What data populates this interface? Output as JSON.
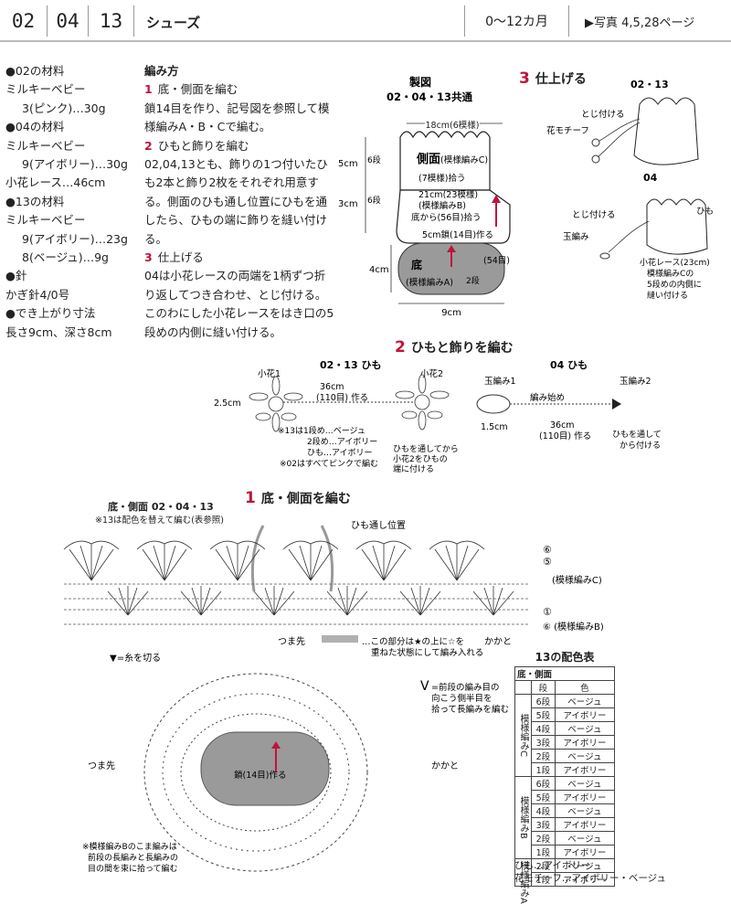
{
  "header": {
    "codes": [
      "02",
      "04",
      "13"
    ],
    "title": "シューズ",
    "age": "0～12カ月",
    "photo": "▶写真 4,5,28ページ"
  },
  "materials": [
    {
      "text": "●02の材料",
      "indent": false
    },
    {
      "text": "ミルキーベビー",
      "indent": false
    },
    {
      "text": "3(ピンク)…30g",
      "indent": true
    },
    {
      "text": "●04の材料",
      "indent": false
    },
    {
      "text": "ミルキーベビー",
      "indent": false
    },
    {
      "text": "9(アイボリー)…30g",
      "indent": true
    },
    {
      "text": "小花レース…46cm",
      "indent": false
    },
    {
      "text": "●13の材料",
      "indent": false
    },
    {
      "text": "ミルキーベビー",
      "indent": false
    },
    {
      "text": "9(アイボリー)…23g",
      "indent": true
    },
    {
      "text": "8(ベージュ)…9g",
      "indent": true
    },
    {
      "text": "●針",
      "indent": false
    },
    {
      "text": "かぎ針4/0号",
      "indent": false
    },
    {
      "text": "●でき上がり寸法",
      "indent": false
    },
    {
      "text": "長さ9cm、深さ8cm",
      "indent": false
    }
  ],
  "instructions": {
    "heading": "編み方",
    "steps": [
      {
        "num": "1",
        "title": "底・側面を編む",
        "body": "鎖14目を作り、記号図を参照して模様編みA・B・Cで編む。"
      },
      {
        "num": "2",
        "title": "ひもと飾りを編む",
        "body": "02,04,13とも、飾りの1つ付いたひも2本と飾り2枚をそれぞれ用意する。側面のひも通し位置にひもを通したら、ひもの端に飾りを縫い付ける。"
      },
      {
        "num": "3",
        "title": "仕上げる",
        "body": "04は小花レースの両端を1柄ずつ折り返してつき合わせ、とじ付ける。このわにした小花レースをはき口の5段めの内側に縫い付ける。"
      }
    ]
  },
  "schematic": {
    "title": "製図",
    "subtitle": "02・04・13共通",
    "top_width": "18cm(6模様)",
    "side_label": "側面",
    "side_pattern": "(模様編みC)",
    "pickup": "(7模様)拾う",
    "mid": "21cm(23模様)",
    "mid_pattern": "(模様編みB)",
    "bottom_pickup": "底から(56目)拾う",
    "h_upper": "5cm",
    "h_upper_rows": "6段",
    "h_lower": "3cm",
    "h_lower_rows": "6段",
    "chain": "5cm鎖(14目)作る",
    "base_label": "底",
    "base_pattern": "(模様編みA)",
    "base_rows": "2段",
    "base_st": "(54目)",
    "depth": "4cm",
    "length": "9cm"
  },
  "finish": {
    "num": "3",
    "title": "仕上げる",
    "label_0213": "02・13",
    "tojitsukeru": "とじ付ける",
    "flower": "花モチーフ",
    "label_04": "04",
    "tojitsukeru2": "とじ付ける",
    "himo": "ひも",
    "tamaami": "玉編み",
    "lace_note": "小花レース(23cm)",
    "lace_note2": "模様編みCの",
    "lace_note3": "5段めの内側に",
    "lace_note4": "縫い付ける"
  },
  "cords": {
    "num": "2",
    "title": "ひもと飾りを編む",
    "left_title": "02・13 ひも",
    "kobana1": "小花1",
    "kobana2": "小花2",
    "len": "36cm",
    "len_st": "(110目) 作る",
    "width": "2.5cm",
    "note1": "※13は1段め…ベージュ",
    "note2": "2段め…アイボリー",
    "note3": "ひも…アイボリー",
    "note4": "※02はすべてピンクで編む",
    "thread1": "ひもを通してから",
    "thread2": "小花2をひもの",
    "thread3": "端に付ける",
    "right_title": "04 ひも",
    "tama1": "玉編み1",
    "tama2": "玉編み2",
    "amihajime": "編み始め",
    "r_width": "1.5cm",
    "r_len": "36cm",
    "r_len_st": "(110目) 作る",
    "r_thread1": "ひもを通して",
    "r_thread2": "から付ける"
  },
  "chart": {
    "num": "1",
    "title": "底・側面を編む",
    "subtitle": "底・側面 02・04・13",
    "note": "※13は配色を替えて編む(表参照)",
    "himo_pos": "ひも通し位置",
    "row6": "⑥",
    "row5": "⑤",
    "row1": "①",
    "patC": "(模様編みC)",
    "patB": "⑥ (模様編みB)",
    "toe": "つま先",
    "heel": "かかと",
    "cut": "▼=糸を切る",
    "overlap1": "…この部分は★の上に☆を",
    "overlap2": "重ねた状態にして編み入れる",
    "sym1": "=前段の編み目の",
    "sym2": "向こう側半目を",
    "sym3": "拾って長編みを編む",
    "toe2": "つま先",
    "heel2": "かかと",
    "chain": "鎖(14目)作る",
    "bottom_note1": "※模様編みBのこま編みは",
    "bottom_note2": "前段の長編みと長編みの",
    "bottom_note3": "目の間を束に拾って編む"
  },
  "color_table": {
    "title": "13の配色表",
    "subtitle": "底・側面",
    "col_row": "段",
    "col_color": "色",
    "groups": [
      {
        "name": "模様編みC",
        "rows": [
          {
            "row": "6段",
            "color": "ベージュ"
          },
          {
            "row": "5段",
            "color": "アイボリー"
          },
          {
            "row": "4段",
            "color": "ベージュ"
          },
          {
            "row": "3段",
            "color": "アイボリー"
          },
          {
            "row": "2段",
            "color": "ベージュ"
          },
          {
            "row": "1段",
            "color": "アイボリー"
          }
        ]
      },
      {
        "name": "模様編みB",
        "rows": [
          {
            "row": "6段",
            "color": "ベージュ"
          },
          {
            "row": "5段",
            "color": "アイボリー"
          },
          {
            "row": "4段",
            "color": "ベージュ"
          },
          {
            "row": "3段",
            "color": "アイボリー"
          },
          {
            "row": "2段",
            "color": "ベージュ"
          },
          {
            "row": "1段",
            "color": "アイボリー"
          }
        ]
      },
      {
        "name": "模様編みA",
        "rows": [
          {
            "row": "2段",
            "color": "ベージュ"
          },
          {
            "row": "1段",
            "color": "アイボリー"
          }
        ]
      }
    ],
    "legend1": "ひも…アイボリー",
    "legend2": "花モチーフ…アイボリー・ベージュ"
  },
  "colors": {
    "accent": "#c0143c",
    "base_gray": "#9a9a9a"
  }
}
